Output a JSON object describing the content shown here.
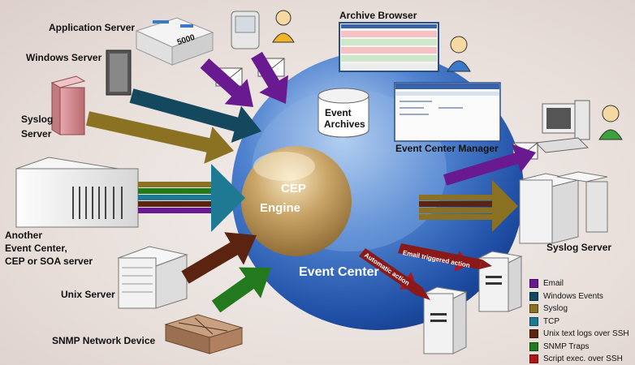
{
  "labels": {
    "application_server": "Application Server",
    "windows_server": "Windows Server",
    "syslog_server_left_1": "Syslog",
    "syslog_server_left_2": "Server",
    "another_1": "Another",
    "another_2": "Event Center,",
    "another_3": "CEP or SOA server",
    "unix_server": "Unix Server",
    "snmp_device": "SNMP Network Device",
    "archive_browser": "Archive Browser",
    "event_archives_1": "Event",
    "event_archives_2": "Archives",
    "event_center_manager": "Event Center Manager",
    "cep_1": "CEP",
    "cep_2": "Engine",
    "event_center": "Event Center",
    "syslog_server_right": "Syslog Server",
    "email_triggered_action": "Email triggered action",
    "automatic_action": "Automatic action",
    "server_label": "5000"
  },
  "legend": [
    {
      "label": "Email",
      "color": "#6a1a90"
    },
    {
      "label": "Windows Events",
      "color": "#14485e"
    },
    {
      "label": "Syslog",
      "color": "#8a7222"
    },
    {
      "label": "TCP",
      "color": "#1e7a92"
    },
    {
      "label": "Unix text logs over SSH",
      "color": "#5a2410"
    },
    {
      "label": "SNMP Traps",
      "color": "#237a1e"
    },
    {
      "label": "Script exec. over SSH",
      "color": "#b01818"
    }
  ],
  "colors": {
    "email": "#6a1a90",
    "windows": "#14485e",
    "syslog": "#8a7222",
    "tcp": "#1e7a92",
    "unix": "#5a2410",
    "snmp": "#237a1e",
    "script": "#b01818"
  }
}
